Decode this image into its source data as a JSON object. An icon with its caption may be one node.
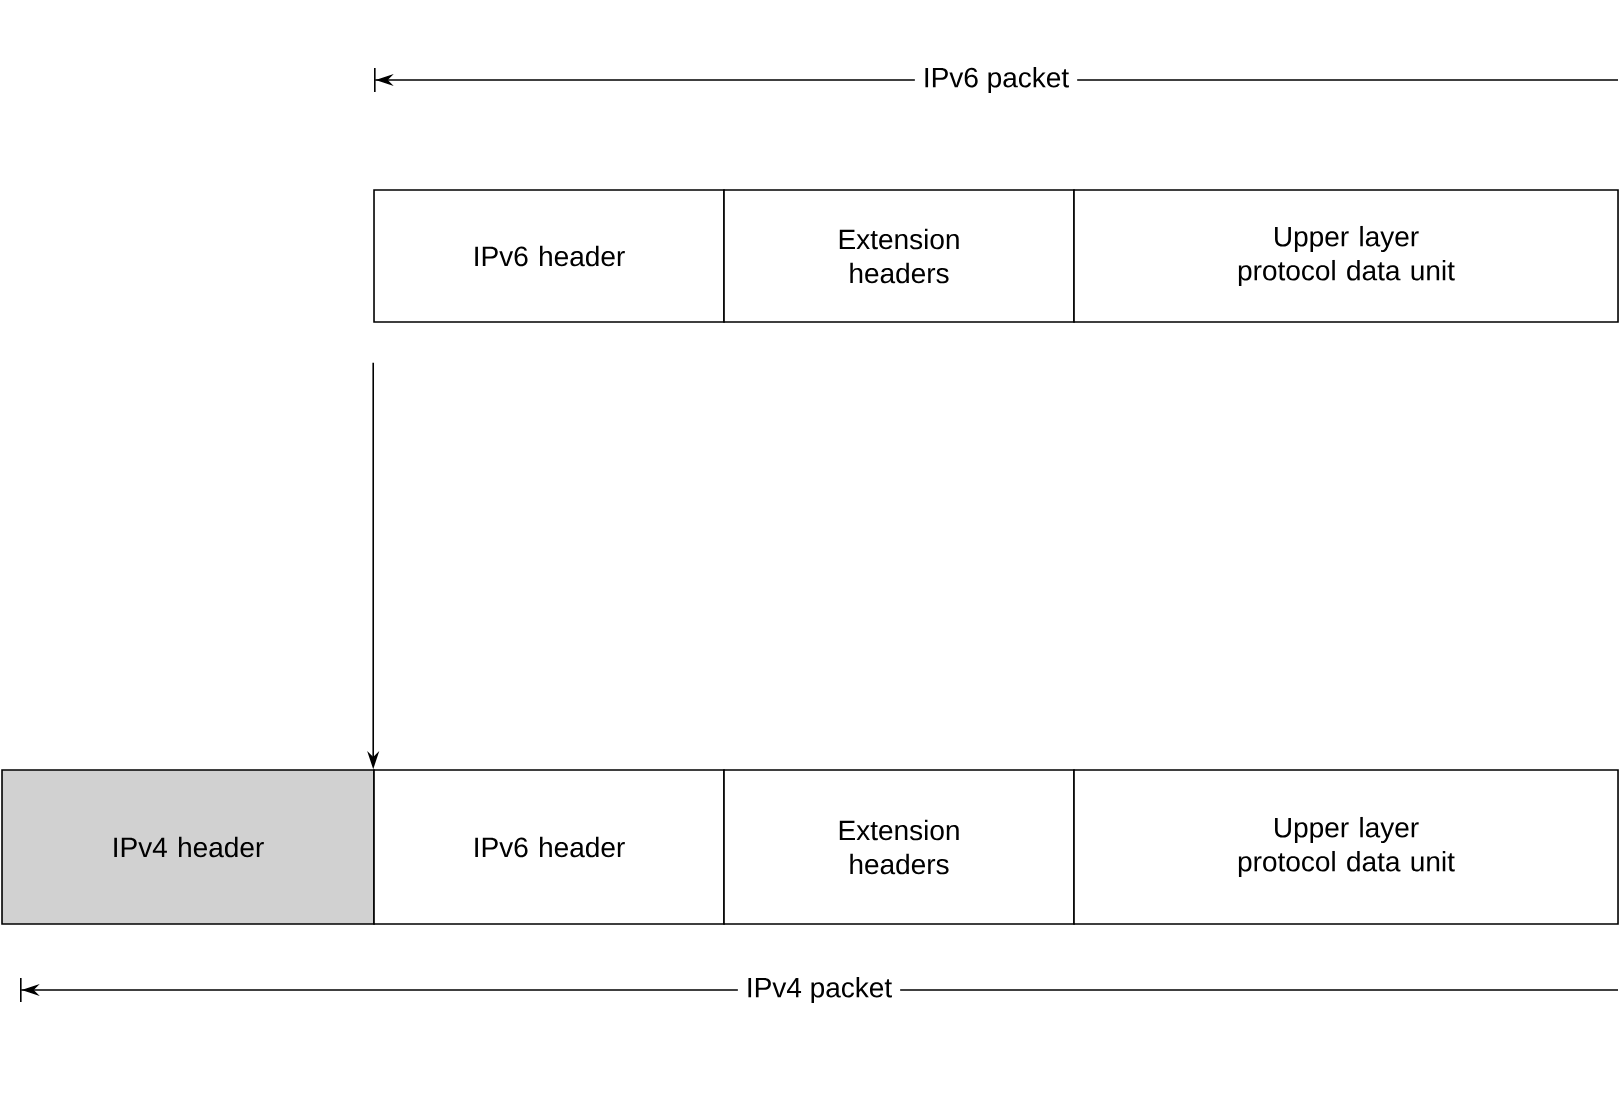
{
  "diagram": {
    "nodes": [
      {
        "text": [
          "IPv6 header"
        ]
      },
      {
        "text": [
          "Extension headers"
        ]
      },
      {
        "text": [
          "Upper layer protocol data unit"
        ]
      },
      {
        "text": [
          "IPv4 header"
        ]
      },
      {
        "text": [
          "IPv6 header"
        ]
      },
      {
        "text": [
          "Extension headers"
        ]
      },
      {
        "text": [
          "Upper layer protocol data unit"
        ]
      }
    ],
    "edges": [
      {
        "from": 0,
        "to": 4,
        "arrow": "to"
      }
    ],
    "labels": [
      "IPv6 packet",
      "IPv4 packet"
    ]
  }
}
